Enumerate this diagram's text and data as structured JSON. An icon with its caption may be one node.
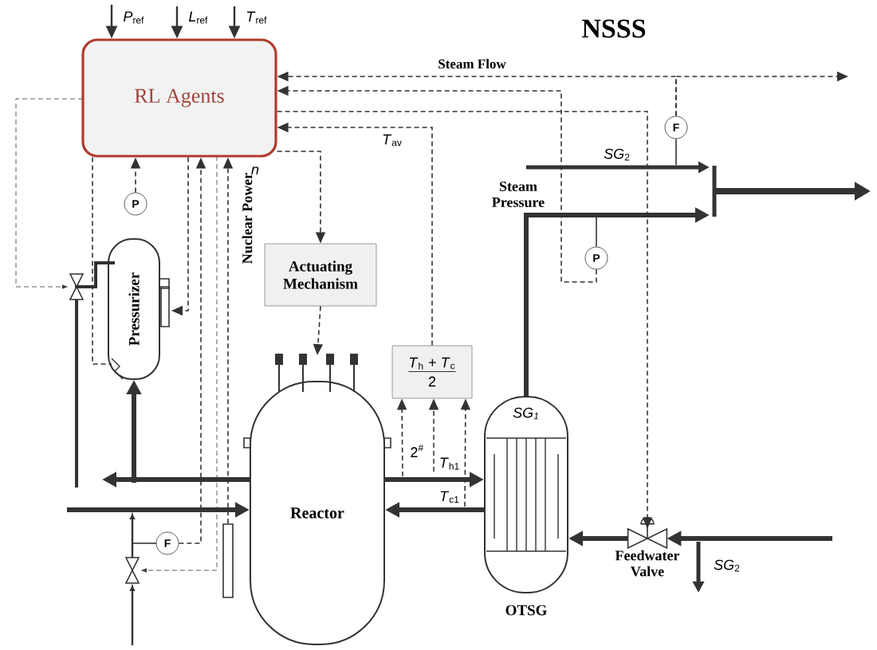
{
  "diagram": {
    "title": "NSSS",
    "nodes": [
      {
        "text": [
          "RL Agents"
        ]
      },
      {
        "text": [
          "Actuating Mechanism"
        ]
      },
      {
        "text": [
          "*T*$_{h}$ + *T*$_{c}$",
          "2"
        ]
      },
      {
        "text": [
          "Pressurizer"
        ]
      },
      {
        "text": [
          "Reactor"
        ]
      },
      {
        "text": [
          "*SG*$_{1}$"
        ],
        "beside": [
          "OTSG"
        ]
      },
      {
        "text": [
          "Feedwater Valve"
        ]
      },
      {
        "text": [
          "P"
        ]
      },
      {
        "text": [
          "F"
        ]
      },
      {
        "text": [
          "F"
        ]
      },
      {
        "text": [
          "P"
        ]
      },
      {
        "text": [],
        "shape": "bar"
      }
    ],
    "edges": [
      {
        "from": null,
        "to": 0,
        "arrow": "to",
        "label": "*P*$_{ref}$"
      },
      {
        "from": null,
        "to": 0,
        "arrow": "to",
        "label": "*L*$_{ref}$"
      },
      {
        "from": null,
        "to": 0,
        "arrow": "to",
        "label": "*T*$_{ref}$"
      },
      {
        "from": 0,
        "to": 1,
        "arrow": "to",
        "style": "dashed"
      },
      {
        "from": 1,
        "to": 4,
        "arrow": "to",
        "style": "dashed"
      },
      {
        "from": 2,
        "to": 0,
        "arrow": "to",
        "style": "dashed",
        "label": "*T*$_{av}$"
      },
      {
        "from": 7,
        "to": 0,
        "arrow": "to",
        "style": "dashed"
      },
      {
        "from": 8,
        "to": 0,
        "arrow": "to",
        "style": "dashed"
      },
      {
        "from": 11,
        "to": 0,
        "arrow": "to",
        "style": "dashed"
      },
      {
        "from": 10,
        "to": 0,
        "arrow": "to",
        "style": "dashed"
      },
      {
        "from": 9,
        "to": 0,
        "arrow": "to",
        "style": "dashed",
        "label": "Steam Flow"
      },
      {
        "from": 9,
        "to": null,
        "arrow": "to",
        "style": "dashed"
      },
      {
        "from": 0,
        "to": 6,
        "arrow": "to",
        "style": "dashed"
      },
      {
        "from": 4,
        "to": 2,
        "arrow": "to",
        "style": "dashed",
        "label": "2$^{#}$"
      },
      {
        "from": null,
        "to": 2,
        "arrow": "to",
        "style": "dashed",
        "label": "*T*$_{h1}$"
      },
      {
        "from": 5,
        "to": 2,
        "arrow": "to",
        "style": "dashed",
        "label": "*T*$_{c1}$"
      },
      {
        "from": 4,
        "to": 5,
        "arrow": "to",
        "style": "thick"
      },
      {
        "from": 5,
        "to": 4,
        "arrow": "to",
        "style": "thick"
      },
      {
        "from": 4,
        "to": null,
        "arrow": "to",
        "style": "thick"
      },
      {
        "from": null,
        "to": 4,
        "arrow": "to",
        "style": "thick"
      },
      {
        "from": null,
        "to": 3,
        "arrow": "to",
        "style": "thick"
      },
      {
        "from": 6,
        "to": 5,
        "arrow": "to",
        "style": "thick"
      },
      {
        "from": null,
        "to": 6,
        "arrow": "to",
        "style": "thick"
      },
      {
        "from": 5,
        "to": null,
        "arrow": "to",
        "style": "thick"
      },
      {
        "from": 0,
        "to": 3,
        "arrow": "none",
        "style": "dashed"
      },
      {
        "from": 0,
        "to": 3,
        "arrow": "to",
        "style": "dashed"
      },
      {
        "from": 10,
        "to": null,
        "arrow": "none"
      },
      {
        "from": 9,
        "to": null,
        "arrow": "none"
      }
    ],
    "labels": [
      "Steam Pressure",
      "*SG*$_{2}$",
      "*n*",
      "Nuclear Power",
      "*SG*$_{2}$"
    ]
  }
}
